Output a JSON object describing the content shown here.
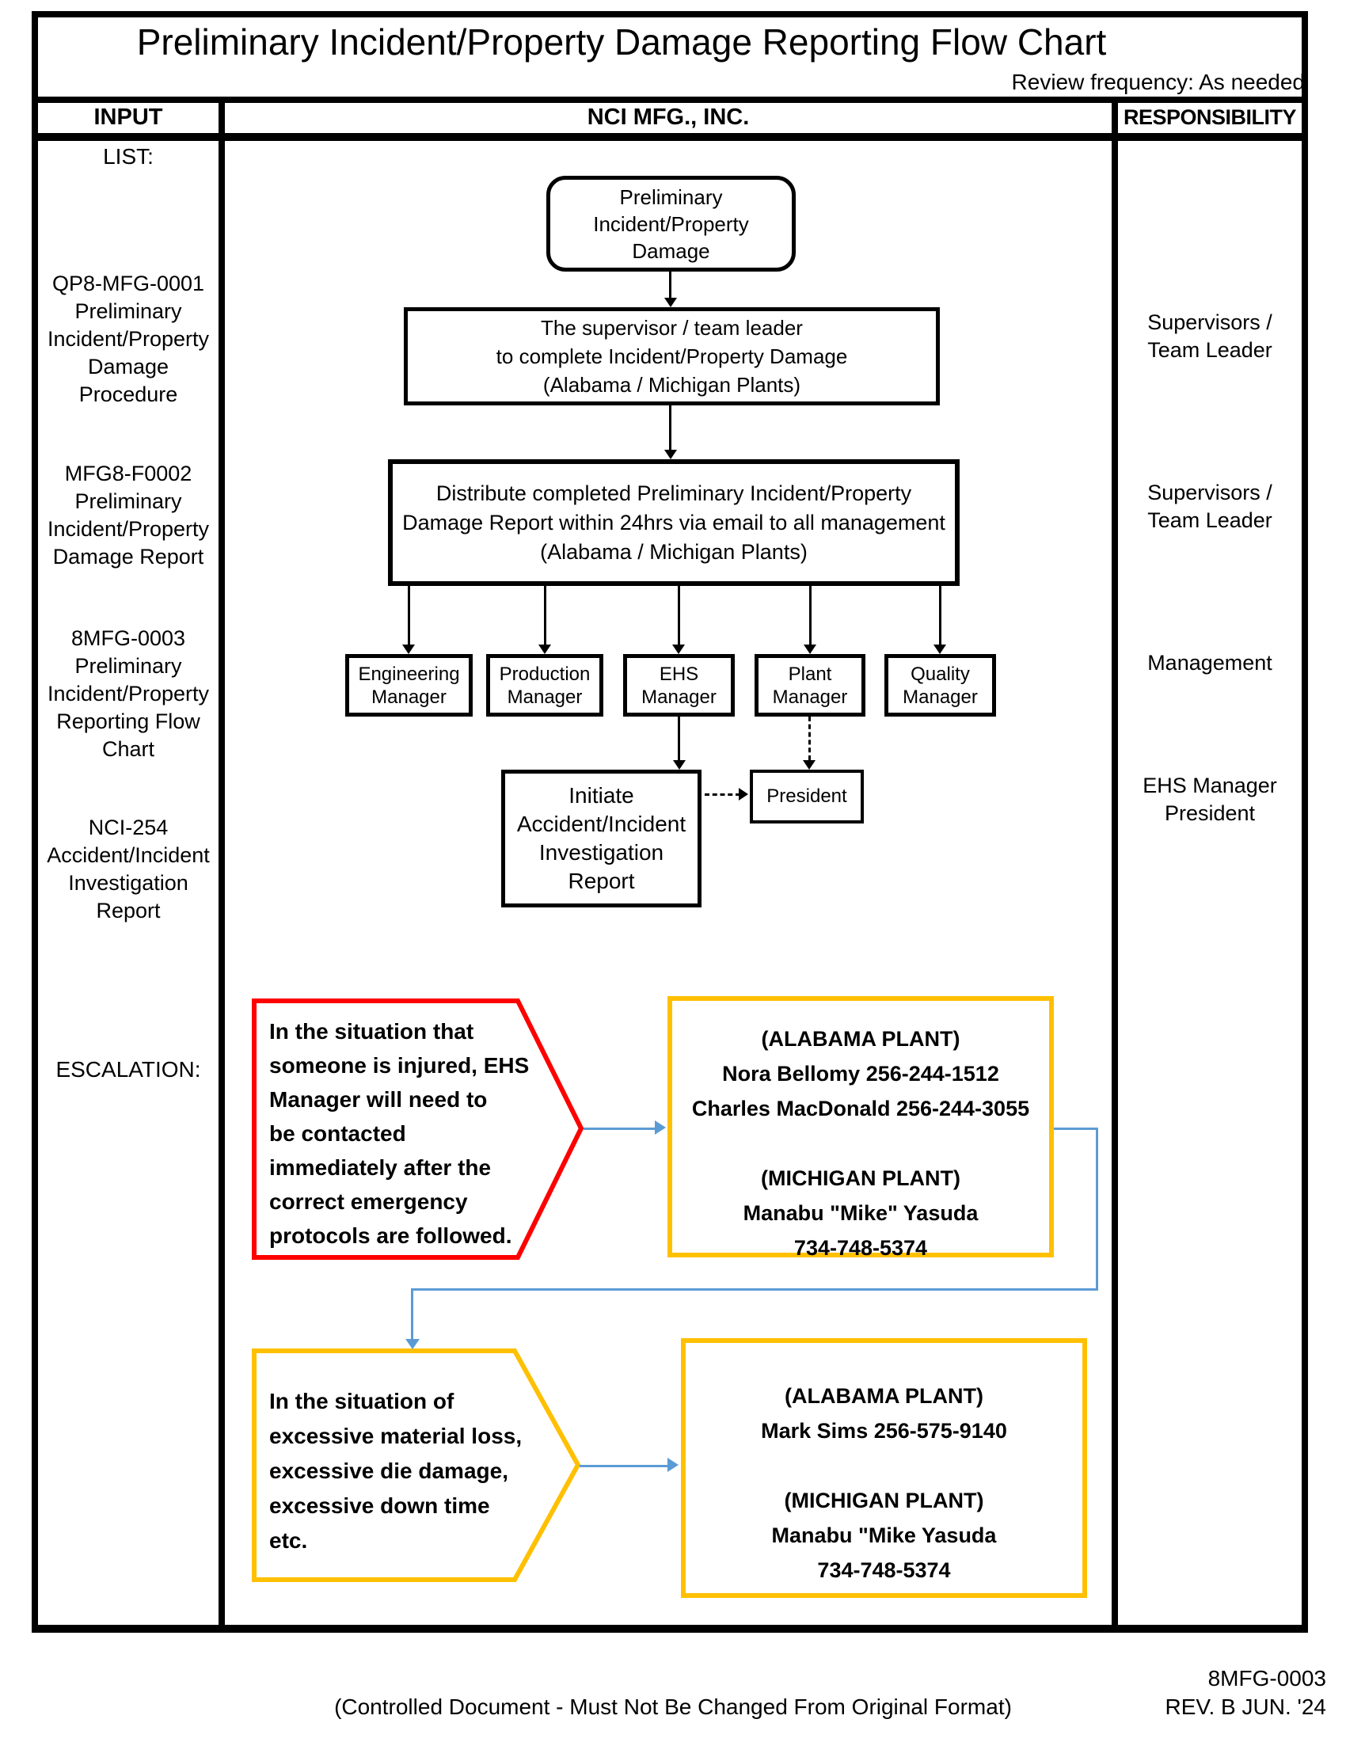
{
  "title": "Preliminary Incident/Property Damage Reporting Flow Chart",
  "review_frequency": "Review frequency: As needed",
  "header": {
    "input": "INPUT",
    "company": "NCI MFG., INC.",
    "responsibility": "RESPONSIBILITY"
  },
  "input_column": {
    "list_label": "LIST:",
    "items": [
      "QP8-MFG-0001\nPreliminary\nIncident/Property\nDamage\nProcedure",
      "MFG8-F0002\nPreliminary\nIncident/Property\nDamage Report",
      "8MFG-0003\nPreliminary\nIncident/Property\nReporting Flow\nChart",
      "NCI-254\nAccident/Incident\nInvestigation\nReport"
    ],
    "escalation_label": "ESCALATION:"
  },
  "flowchart": {
    "start": "Preliminary\nIncident/Property\nDamage",
    "supervisor_step": "The supervisor / team leader\nto complete Incident/Property Damage\n(Alabama / Michigan Plants)",
    "distribute_step": "Distribute completed Preliminary Incident/Property\nDamage Report within 24hrs via email to all management\n(Alabama / Michigan Plants)",
    "managers": [
      "Engineering\nManager",
      "Production\nManager",
      "EHS\nManager",
      "Plant\nManager",
      "Quality\nManager"
    ],
    "initiate": "Initiate\nAccident/Incident\nInvestigation\nReport",
    "president": "President"
  },
  "responsibility_column": {
    "entries": [
      "Supervisors /\nTeam Leader",
      "Supervisors /\nTeam Leader",
      "Management",
      "EHS Manager\nPresident"
    ]
  },
  "escalation": {
    "injury_callout": "In the situation that\nsomeone is injured, EHS\nManager will need to\nbe contacted\nimmediately after the\ncorrect emergency\nprotocols are followed.",
    "injury_contacts": "(ALABAMA PLANT)\nNora Bellomy 256-244-1512\nCharles MacDonald 256-244-3055\n\n(MICHIGAN PLANT)\nManabu \"Mike\" Yasuda\n734-748-5374",
    "loss_callout": "In the situation  of\nexcessive material loss,\nexcessive die damage,\nexcessive down time\netc.",
    "loss_contacts": "(ALABAMA PLANT)\nMark Sims 256-575-9140\n\n(MICHIGAN PLANT)\nManabu \"Mike Yasuda\n734-748-5374"
  },
  "footer": {
    "controlled_note": "(Controlled Document - Must Not Be Changed From Original Format)",
    "doc_number": "8MFG-0003",
    "revision": "REV. B JUN. '24"
  },
  "colors": {
    "border_black": "#000000",
    "callout_red": "#FF0000",
    "callout_yellow": "#FFC000",
    "connector_blue": "#5B9BD5"
  }
}
